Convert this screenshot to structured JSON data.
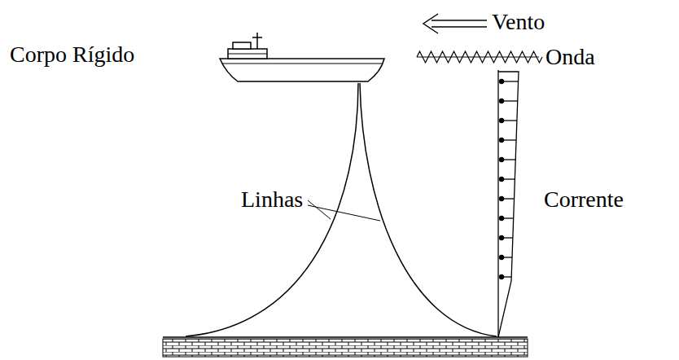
{
  "diagram": {
    "labels": [
      "Vento",
      "Corpo Rígido",
      "Onda",
      "Linhas",
      "Corrente"
    ]
  }
}
